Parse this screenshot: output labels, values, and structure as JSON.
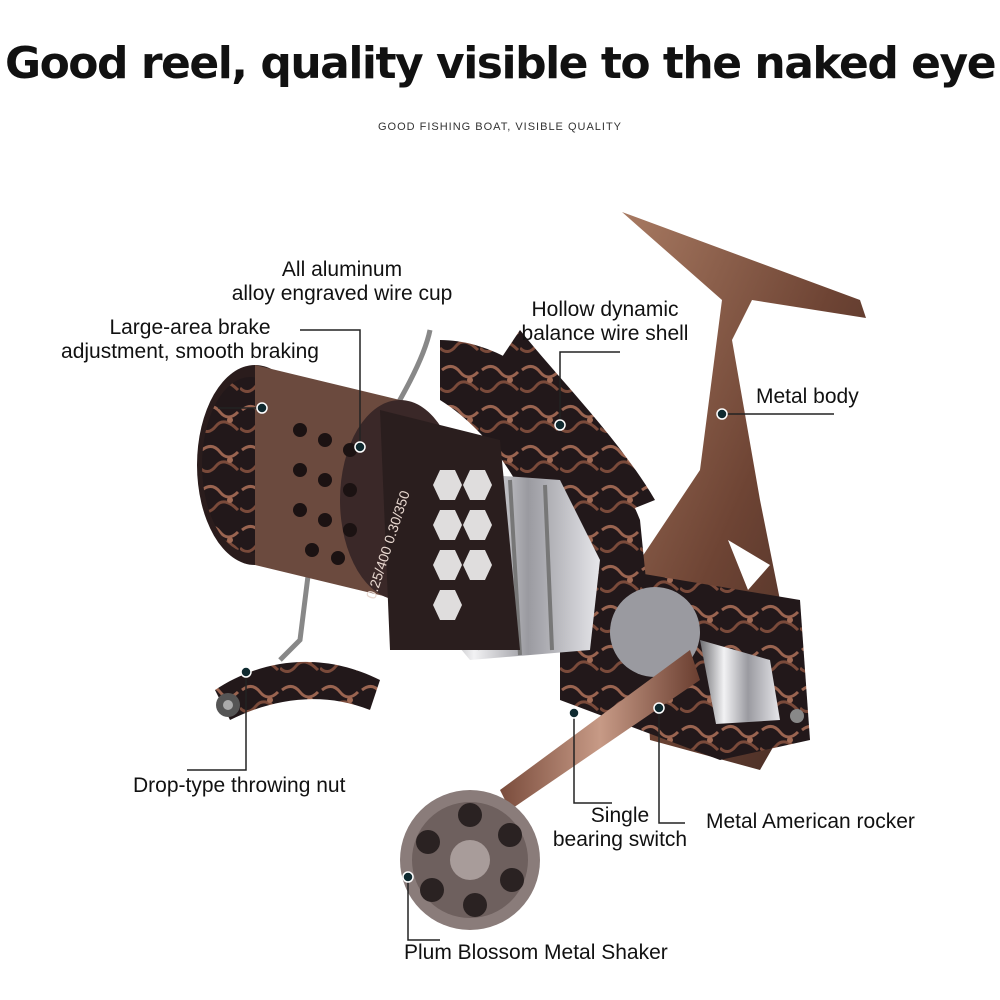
{
  "header": {
    "title": "Good reel, quality visible to the naked eye",
    "subtitle": "GOOD FISHING BOAT, VISIBLE QUALITY"
  },
  "spool_marking": "0.25/400  0.30/350",
  "callouts": {
    "wire_cup_line1": "All aluminum",
    "wire_cup_line2": "alloy engraved wire cup",
    "brake_line1": "Large-area brake",
    "brake_line2": "adjustment, smooth braking",
    "wire_shell_line1": "Hollow dynamic",
    "wire_shell_line2": "balance wire shell",
    "metal_body": "Metal body",
    "throwing_nut": "Drop-type throwing nut",
    "bearing_line1": "Single",
    "bearing_line2": "bearing switch",
    "rocker": "Metal American rocker",
    "shaker": "Plum Blossom Metal Shaker"
  },
  "colors": {
    "bronze": "#8a5a45",
    "dark": "#1e1416",
    "chrome": "#c8c8cc",
    "dot": "#0f2a30"
  }
}
